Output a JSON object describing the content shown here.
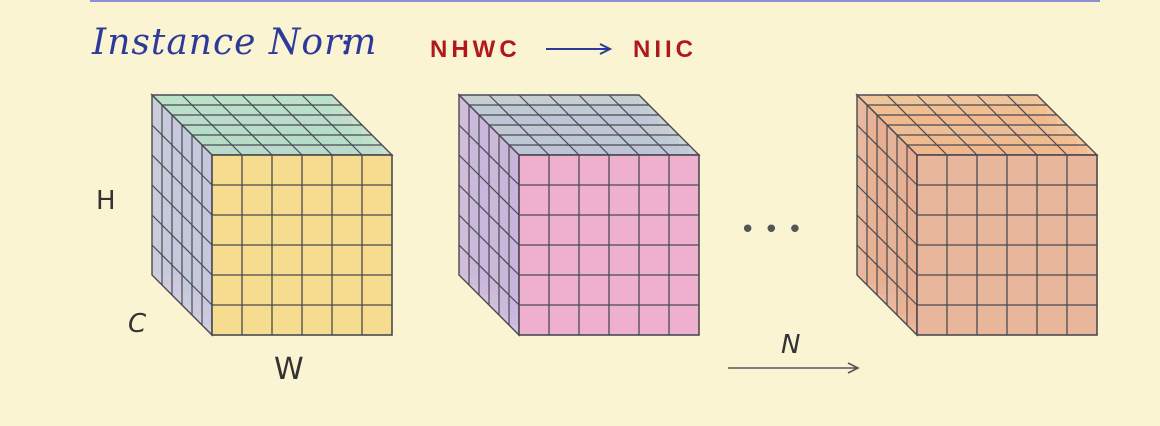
{
  "title": "Instance Norm",
  "title_colon": ":",
  "format_from": "NHWC",
  "format_to": "NIIC",
  "axis_labels": {
    "h": "H",
    "c": "C",
    "w": "W",
    "n": "N"
  },
  "ellipsis": "• • •",
  "colors": {
    "background": "#fbf4d2",
    "title": "#2d3a9a",
    "format_text": "#b0181d",
    "arrow": "#2d3a9a",
    "grid_lines": "#4a4a52",
    "cube1_front": "#f5dc8e",
    "cube1_layers": [
      "#c8c4de",
      "#b8ddc8",
      "#9ee0c7"
    ],
    "cube2_front": "#efb0cf",
    "cube2_layers": [
      "#c9b3dd",
      "#b9c7d6",
      "#e1d6c0"
    ],
    "cube3_front": "#e8b69a",
    "cube3_layers": [
      "#e7ab8f",
      "#f3b888",
      "#cfe0d8"
    ]
  }
}
